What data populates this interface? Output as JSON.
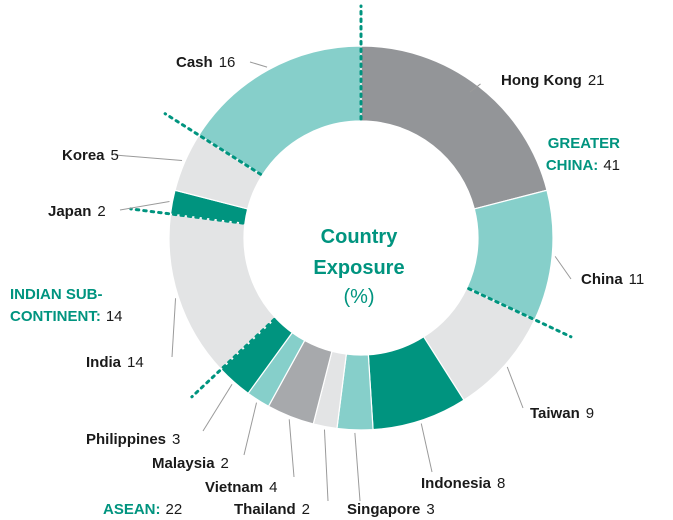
{
  "chart_data": {
    "type": "pie",
    "title": "Country Exposure",
    "unit": "(%)",
    "slices": [
      {
        "label": "Hong Kong",
        "value": 21,
        "color": "#939598"
      },
      {
        "label": "China",
        "value": 11,
        "color": "#86cfca"
      },
      {
        "label": "Taiwan",
        "value": 9,
        "color": "#e3e4e5"
      },
      {
        "label": "Indonesia",
        "value": 8,
        "color": "#00947f"
      },
      {
        "label": "Singapore",
        "value": 3,
        "color": "#86cfca"
      },
      {
        "label": "Thailand",
        "value": 2,
        "color": "#e3e4e5"
      },
      {
        "label": "Vietnam",
        "value": 4,
        "color": "#a7a9ac"
      },
      {
        "label": "Malaysia",
        "value": 2,
        "color": "#86cfca"
      },
      {
        "label": "Philippines",
        "value": 3,
        "color": "#00947f"
      },
      {
        "label": "India",
        "value": 14,
        "color": "#e3e4e5"
      },
      {
        "label": "Japan",
        "value": 2,
        "color": "#00947f"
      },
      {
        "label": "Korea",
        "value": 5,
        "color": "#e3e4e5"
      },
      {
        "label": "Cash",
        "value": 16,
        "color": "#86cfca"
      }
    ],
    "groups": [
      {
        "label_lines": [
          "GREATER",
          "CHINA:"
        ],
        "value": 41
      },
      {
        "label_lines": [
          "INDIAN SUB-",
          "CONTINENT:"
        ],
        "value": 14
      },
      {
        "label_lines": [
          "ASEAN:"
        ],
        "value": 22
      }
    ],
    "accent_color": "#00947f"
  }
}
